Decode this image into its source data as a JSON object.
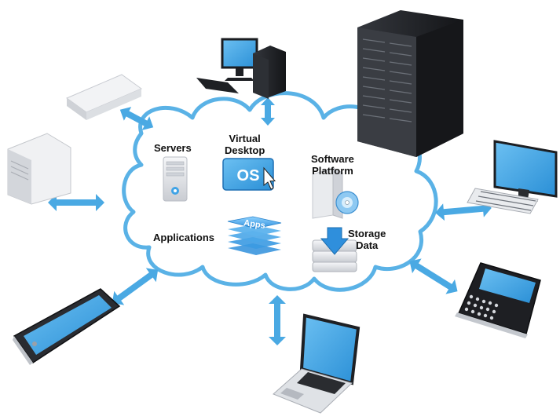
{
  "cloud": {
    "servers_label": "Servers",
    "virtual_desktop_label_1": "Virtual",
    "virtual_desktop_label_2": "Desktop",
    "os_badge": "OS",
    "software_platform_label_1": "Software",
    "software_platform_label_2": "Platform",
    "applications_label": "Applications",
    "apps_badge": "Apps",
    "storage_data_label_1": "Storage",
    "storage_data_label_2": "Data"
  },
  "colors": {
    "arrow": "#4aa9e3",
    "cloud_stroke": "#5ab2e6",
    "screen": "#3fa3e6",
    "device_dark": "#1e2024",
    "device_light": "#e6e8ec"
  },
  "devices": [
    "thin-client-box",
    "desktop-pc",
    "server-rack",
    "tower-server",
    "monitor-keyboard",
    "smartphone",
    "laptop",
    "blackberry-phone"
  ]
}
